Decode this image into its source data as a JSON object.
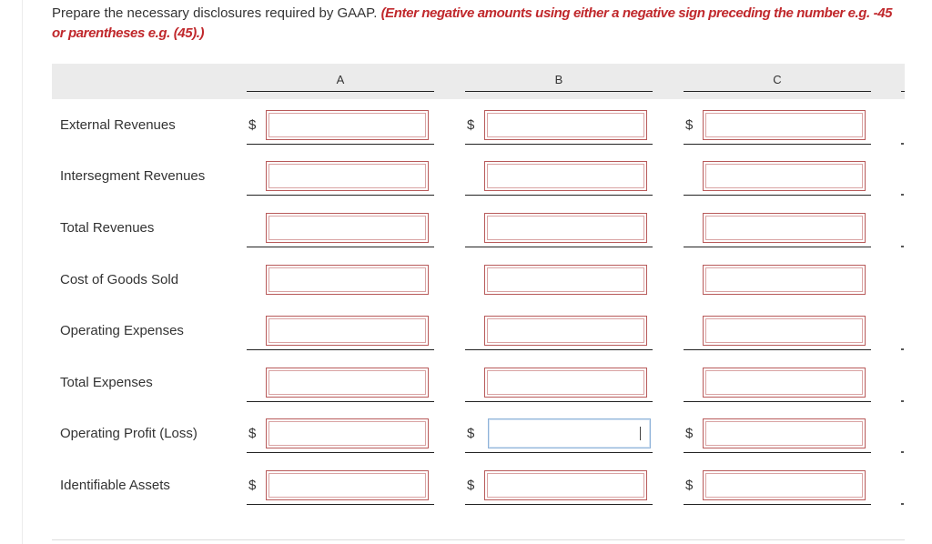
{
  "instructions": {
    "text": "Prepare the necessary disclosures required by GAAP. ",
    "note": "(Enter negative amounts using either a negative sign preceding the number e.g. -45 or parentheses e.g. (45).)"
  },
  "columns": [
    "A",
    "B",
    "C"
  ],
  "currency_symbol": "$",
  "rows": [
    {
      "label": "External Revenues"
    },
    {
      "label": "Intersegment Revenues"
    },
    {
      "label": "Total Revenues"
    },
    {
      "label": "Cost of Goods Sold"
    },
    {
      "label": "Operating Expenses"
    },
    {
      "label": "Total Expenses"
    },
    {
      "label": "Operating Profit (Loss)"
    },
    {
      "label": "Identifiable Assets"
    }
  ]
}
